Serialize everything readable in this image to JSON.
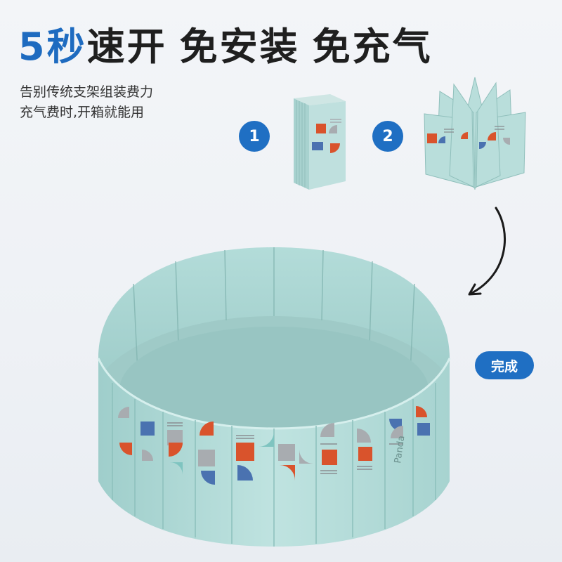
{
  "headline": {
    "accent": "5秒",
    "part1": "速开",
    "part2": "免安装",
    "part3": "免充气"
  },
  "subtitle": {
    "line1": "告别传统支架组装费力",
    "line2": "充气费时,开箱就能用"
  },
  "steps": [
    {
      "label": "1"
    },
    {
      "label": "2"
    }
  ],
  "done_label": "完成",
  "brand_mark": "Panda",
  "colors": {
    "accent": "#1e6bc0",
    "badge": "#1f6fc3",
    "pool_teal": "#a9d6d3",
    "pattern_orange": "#d9532c",
    "pattern_blue": "#4a72b0",
    "pattern_grey": "#a8acb0"
  }
}
